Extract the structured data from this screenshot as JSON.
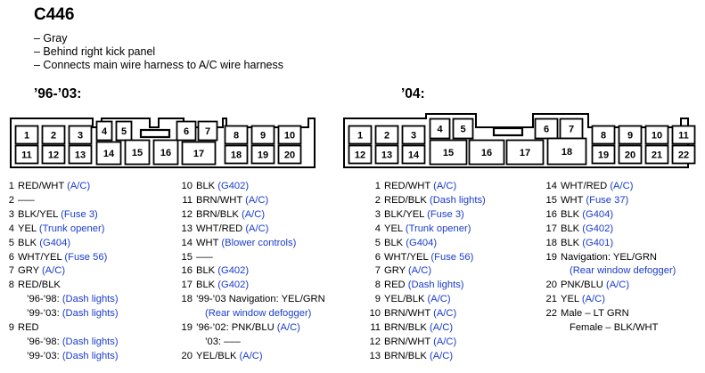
{
  "connector_id": "C446",
  "notes": [
    "– Gray",
    "– Behind right kick panel",
    "– Connects main wire harness to A/C wire harness"
  ],
  "left_title": "’96-’03:",
  "right_title": "’04:",
  "left_cells": [
    "1",
    "2",
    "3",
    "4",
    "5",
    "6",
    "7",
    "8",
    "9",
    "10",
    "11",
    "12",
    "13",
    "14",
    "15",
    "16",
    "17",
    "18",
    "19",
    "20"
  ],
  "right_cells": [
    "1",
    "2",
    "3",
    "4",
    "5",
    "6",
    "7",
    "8",
    "9",
    "10",
    "11",
    "12",
    "13",
    "14",
    "15",
    "16",
    "17",
    "18",
    "19",
    "20",
    "21",
    "22"
  ],
  "left_pins_col1": [
    {
      "num": "1",
      "main": "RED/WHT",
      "paren": "(A/C)"
    },
    {
      "num": "2",
      "main": "–––",
      "paren": ""
    },
    {
      "num": "3",
      "main": "BLK/YEL",
      "paren": "(Fuse 3)"
    },
    {
      "num": "4",
      "main": "YEL",
      "paren": "(Trunk opener)"
    },
    {
      "num": "5",
      "main": "BLK",
      "paren": "(G404)"
    },
    {
      "num": "6",
      "main": "WHT/YEL",
      "paren": "(Fuse 56)"
    },
    {
      "num": "7",
      "main": "GRY",
      "paren": "(A/C)"
    },
    {
      "num": "8",
      "main": "RED/BLK",
      "paren": ""
    },
    {
      "num": "",
      "main": "’96-’98:",
      "paren": "(Dash lights)",
      "indent": true
    },
    {
      "num": "",
      "main": "’99-’03:",
      "paren": "(Dash lights)",
      "indent": true
    },
    {
      "num": "9",
      "main": "RED",
      "paren": ""
    },
    {
      "num": "",
      "main": "’96-’98:",
      "paren": "(Dash lights)",
      "indent": true
    },
    {
      "num": "",
      "main": "’99-’03:",
      "paren": "(Dash lights)",
      "indent": true
    }
  ],
  "left_pins_col2": [
    {
      "num": "10",
      "main": "BLK",
      "paren": "(G402)"
    },
    {
      "num": "11",
      "main": "BRN/WHT",
      "paren": "(A/C)"
    },
    {
      "num": "12",
      "main": "BRN/BLK",
      "paren": "(A/C)"
    },
    {
      "num": "13",
      "main": "WHT/RED",
      "paren": "(A/C)"
    },
    {
      "num": "14",
      "main": "WHT",
      "paren": "(Blower controls)"
    },
    {
      "num": "15",
      "main": "–––",
      "paren": ""
    },
    {
      "num": "16",
      "main": "BLK",
      "paren": "(G402)"
    },
    {
      "num": "17",
      "main": "BLK",
      "paren": "(G402)"
    },
    {
      "num": "18",
      "main": "’99-’03 Navigation: YEL/GRN",
      "paren": ""
    },
    {
      "num": "",
      "main": "",
      "paren": "(Rear window defogger)",
      "indent": true
    },
    {
      "num": "19",
      "main": "’96-’02: PNK/BLU",
      "paren": "(A/C)"
    },
    {
      "num": "",
      "main": "’03: –––",
      "paren": "",
      "indent": true
    },
    {
      "num": "20",
      "main": "YEL/BLK",
      "paren": "(A/C)"
    }
  ],
  "right_pins_col1": [
    {
      "num": "1",
      "main": "RED/WHT",
      "paren": "(A/C)"
    },
    {
      "num": "2",
      "main": "RED/BLK",
      "paren": "(Dash lights)"
    },
    {
      "num": "3",
      "main": "BLK/YEL",
      "paren": "(Fuse 3)"
    },
    {
      "num": "4",
      "main": "YEL",
      "paren": "(Trunk opener)"
    },
    {
      "num": "5",
      "main": "BLK",
      "paren": "(G404)"
    },
    {
      "num": "6",
      "main": "WHT/YEL",
      "paren": "(Fuse 56)"
    },
    {
      "num": "7",
      "main": "GRY",
      "paren": "(A/C)"
    },
    {
      "num": "8",
      "main": "RED",
      "paren": "(Dash lights)"
    },
    {
      "num": "9",
      "main": "YEL/BLK",
      "paren": "(A/C)"
    },
    {
      "num": "10",
      "main": "BRN/WHT",
      "paren": "(A/C)"
    },
    {
      "num": "11",
      "main": "BRN/BLK",
      "paren": "(A/C)"
    },
    {
      "num": "12",
      "main": "BRN/WHT",
      "paren": "(A/C)"
    },
    {
      "num": "13",
      "main": "BRN/BLK",
      "paren": "(A/C)"
    }
  ],
  "right_pins_col2": [
    {
      "num": "14",
      "main": "WHT/RED",
      "paren": "(A/C)"
    },
    {
      "num": "15",
      "main": "WHT",
      "paren": "(Fuse 37)"
    },
    {
      "num": "16",
      "main": "BLK",
      "paren": "(G404)"
    },
    {
      "num": "17",
      "main": "BLK",
      "paren": "(G402)"
    },
    {
      "num": "18",
      "main": "BLK",
      "paren": "(G401)"
    },
    {
      "num": "19",
      "main": "Navigation: YEL/GRN",
      "paren": ""
    },
    {
      "num": "",
      "main": "",
      "paren": "(Rear window defogger)",
      "indent": true
    },
    {
      "num": "20",
      "main": "PNK/BLU",
      "paren": "(A/C)"
    },
    {
      "num": "21",
      "main": "YEL",
      "paren": "(A/C)"
    },
    {
      "num": "22",
      "main": "Male – LT GRN",
      "paren": ""
    },
    {
      "num": "",
      "main": "Female – BLK/WHT",
      "paren": "",
      "indent": true
    }
  ]
}
